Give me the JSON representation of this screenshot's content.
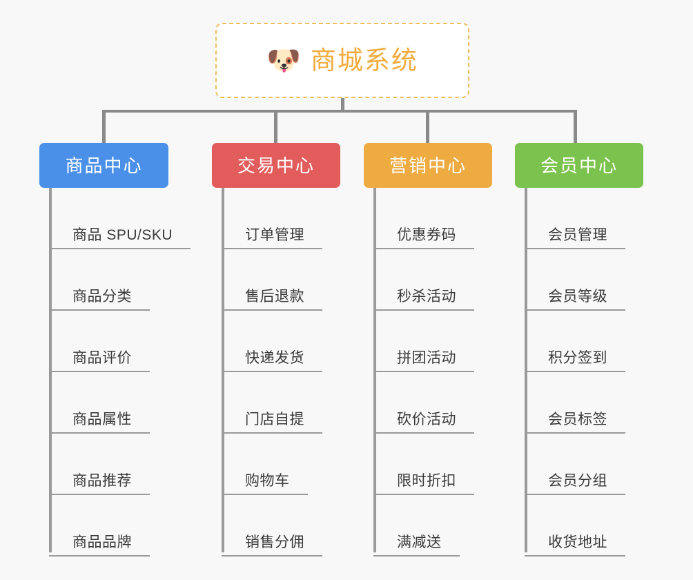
{
  "page": {
    "background_color": "#f8f8f8",
    "type": "mind-map"
  },
  "root": {
    "title": "商城系统",
    "icon": "dog-face-emoji",
    "icon_glyph": "🐶",
    "text_color": "#f2ab3c",
    "border_color": "#efc063",
    "background_color": "#ffffff"
  },
  "connector": {
    "color": "#8a8a8a"
  },
  "columns": [
    {
      "header": "商品中心",
      "color": "#4a90e8",
      "items": [
        "商品 SPU/SKU",
        "商品分类",
        "商品评价",
        "商品属性",
        "商品推荐",
        "商品品牌"
      ]
    },
    {
      "header": "交易中心",
      "color": "#e25c5c",
      "items": [
        "订单管理",
        "售后退款",
        "快递发货",
        "门店自提",
        "购物车",
        "销售分佣"
      ]
    },
    {
      "header": "营销中心",
      "color": "#edab42",
      "items": [
        "优惠券码",
        "秒杀活动",
        "拼团活动",
        "砍价活动",
        "限时折扣",
        "满减送"
      ]
    },
    {
      "header": "会员中心",
      "color": "#7cc24f",
      "items": [
        "会员管理",
        "会员等级",
        "积分签到",
        "会员标签",
        "会员分组",
        "收货地址"
      ]
    }
  ]
}
